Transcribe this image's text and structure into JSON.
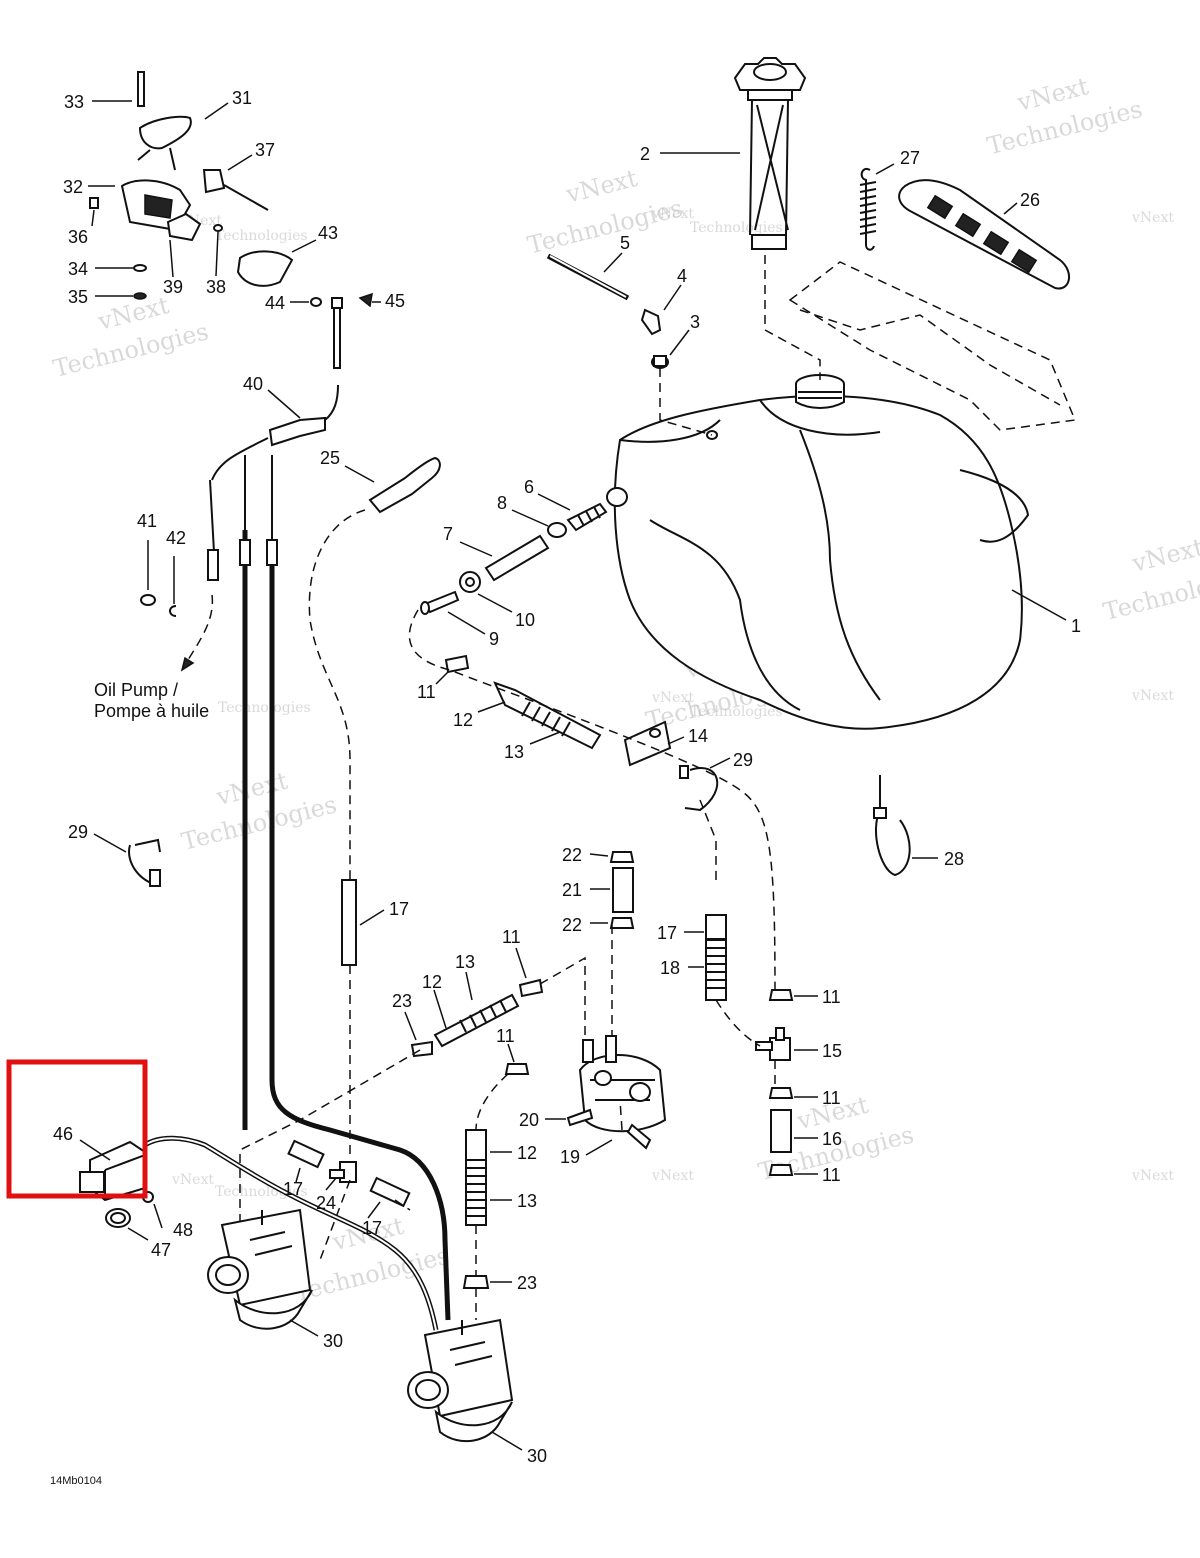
{
  "diagram": {
    "drawing_code": "14Mb0104",
    "oil_pump_label_en": "Oil Pump /",
    "oil_pump_label_fr": "Pompe à huile",
    "watermark_line1": "vNext",
    "watermark_line2": "Technologies",
    "highlight_color": "#e01010",
    "callouts": {
      "c1": "1",
      "c2": "2",
      "c3": "3",
      "c4": "4",
      "c5": "5",
      "c6": "6",
      "c7": "7",
      "c8": "8",
      "c9": "9",
      "c10": "10",
      "c11a": "11",
      "c11b": "11",
      "c11c": "11",
      "c11d": "11",
      "c11e": "11",
      "c11f": "11",
      "c12a": "12",
      "c12b": "12",
      "c12c": "12",
      "c13a": "13",
      "c13b": "13",
      "c13c": "13",
      "c14": "14",
      "c15": "15",
      "c16": "16",
      "c17a": "17",
      "c17b": "17",
      "c17c": "17",
      "c17d": "17",
      "c18": "18",
      "c19": "19",
      "c20": "20",
      "c21": "21",
      "c22a": "22",
      "c22b": "22",
      "c23a": "23",
      "c23b": "23",
      "c24": "24",
      "c25": "25",
      "c26": "26",
      "c27": "27",
      "c28": "28",
      "c29a": "29",
      "c29b": "29",
      "c30a": "30",
      "c30b": "30",
      "c31": "31",
      "c32": "32",
      "c33": "33",
      "c34": "34",
      "c35": "35",
      "c36": "36",
      "c37": "37",
      "c38": "38",
      "c39": "39",
      "c40": "40",
      "c41": "41",
      "c42": "42",
      "c43": "43",
      "c44": "44",
      "c45": "45",
      "c46": "46",
      "c47": "47",
      "c48": "48"
    }
  }
}
